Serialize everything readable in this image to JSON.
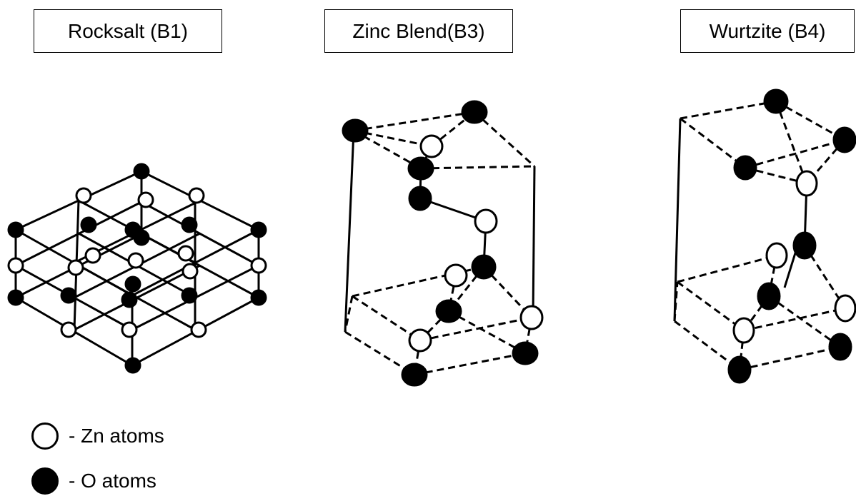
{
  "panels": [
    {
      "title": "Rocksalt (B1)"
    },
    {
      "title": "Zinc Blend(B3)"
    },
    {
      "title": "Wurtzite (B4)"
    }
  ],
  "legend": {
    "zn": "- Zn atoms",
    "o": "- O atoms"
  },
  "colors": {
    "zn_fill": "#ffffff",
    "o_fill": "#000000",
    "line": "#000000"
  }
}
